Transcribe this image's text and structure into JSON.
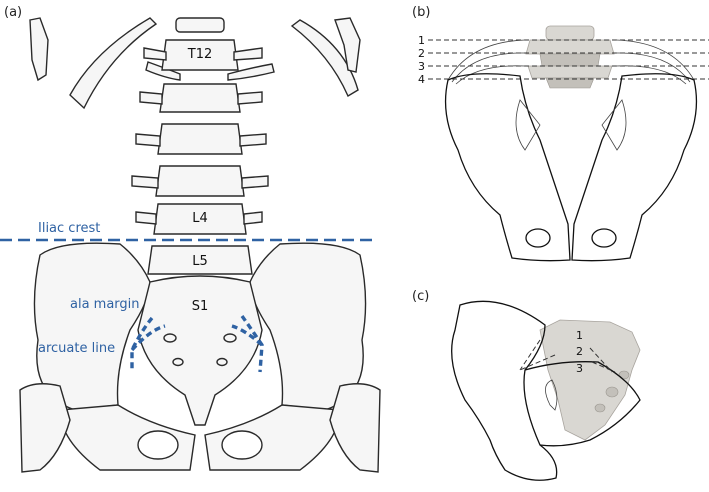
{
  "panels": {
    "a": {
      "label": "(a)",
      "vertebra_labels": {
        "t12": "T12",
        "l4": "L4",
        "l5": "L5",
        "s1": "S1"
      },
      "annotations": {
        "iliac_crest": "Iliac crest",
        "ala_margin": "ala margin",
        "arcuate_line": "arcuate line"
      }
    },
    "b": {
      "label": "(b)",
      "level_numbers": [
        "1",
        "2",
        "3",
        "4"
      ]
    },
    "c": {
      "label": "(c)",
      "level_numbers": [
        "1",
        "2",
        "3"
      ]
    }
  },
  "colors": {
    "annotation_blue": "#2f62a3",
    "bone_outline": "#2a2a2a",
    "rendered_bone": "#d9d7d2"
  }
}
